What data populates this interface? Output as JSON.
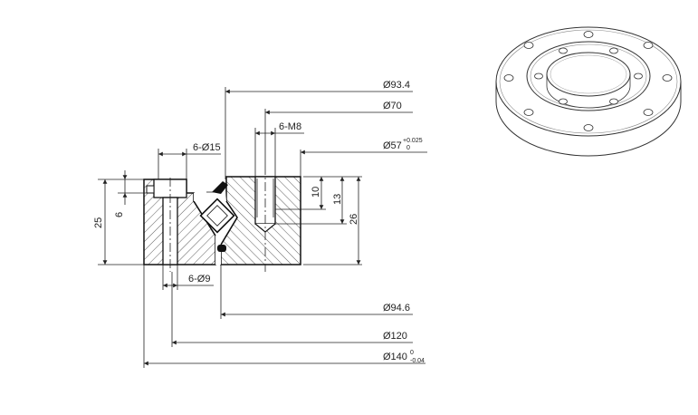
{
  "drawing": {
    "dimensions": {
      "d93_4": "Ø93.4",
      "d70": "Ø70",
      "m8": "6-M8",
      "d57": "Ø57",
      "d57_tol_upper": "+0.025",
      "d57_tol_lower": "0",
      "d15": "6-Ø15",
      "h10": "10",
      "h13": "13",
      "h26": "26",
      "h25": "25",
      "h6": "6",
      "d9": "6-Ø9",
      "d94_6": "Ø94.6",
      "d120": "Ø120",
      "d140": "Ø140",
      "d140_tol_upper": "0",
      "d140_tol_lower": "-0.04"
    }
  }
}
